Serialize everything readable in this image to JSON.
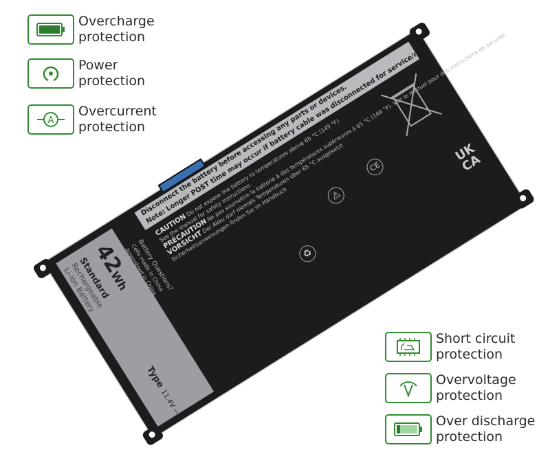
{
  "features_left": [
    {
      "icon": "battery-full-icon",
      "line1": "Overcharge",
      "line2": "protection"
    },
    {
      "icon": "power-icon",
      "line1": "Power",
      "line2": "protection"
    },
    {
      "icon": "ammeter-icon",
      "line1": "Overcurrent",
      "line2": "protection"
    }
  ],
  "features_right": [
    {
      "icon": "circuit-board-icon",
      "line1": "Short circuit",
      "line2": "protection"
    },
    {
      "icon": "voltmeter-icon",
      "line1": "Overvoltage",
      "line2": "protection"
    },
    {
      "icon": "battery-low-icon",
      "line1": "Over discharge",
      "line2": "protection"
    }
  ],
  "battery": {
    "capacity": "42",
    "capacity_unit": "Wh",
    "standard": "Standard",
    "rechargeable": "Rechargeable",
    "chemistry": "Li-ion Battery",
    "type_label": "Type",
    "voltage": "11.4V ⎓",
    "warning_line1": "Disconnect the battery before accessing any parts or devices.",
    "warning_line2": "Note: Longer POST time may occur if battery cable was disconnected for service/repair.",
    "caution": "CAUTION",
    "caution_text": "Do not expose the battery to temperatures above 65 °C (149 °F).",
    "caution_sub": "See the manual for safety instructions.",
    "precaution": "PRÉCAUTION",
    "precaution_text": "Ne pas soumettre la batterie à des températures supérieures à 65 °C (149 °F). Voir le manuel pour des instructions de sécurité.",
    "vorsicht": "VORSICHT",
    "vorsicht_text": "Der Akku darf niemals Temperaturen über 65 °C ausgesetzt",
    "vorsicht_sub": "Sicherheitsanweisungen finden Sie im Handbuch",
    "questions": "Battery Questions?",
    "origin1": "Cells made in China",
    "origin2": "Assembled in China",
    "ukca": "UKCA",
    "ce": "CE"
  }
}
